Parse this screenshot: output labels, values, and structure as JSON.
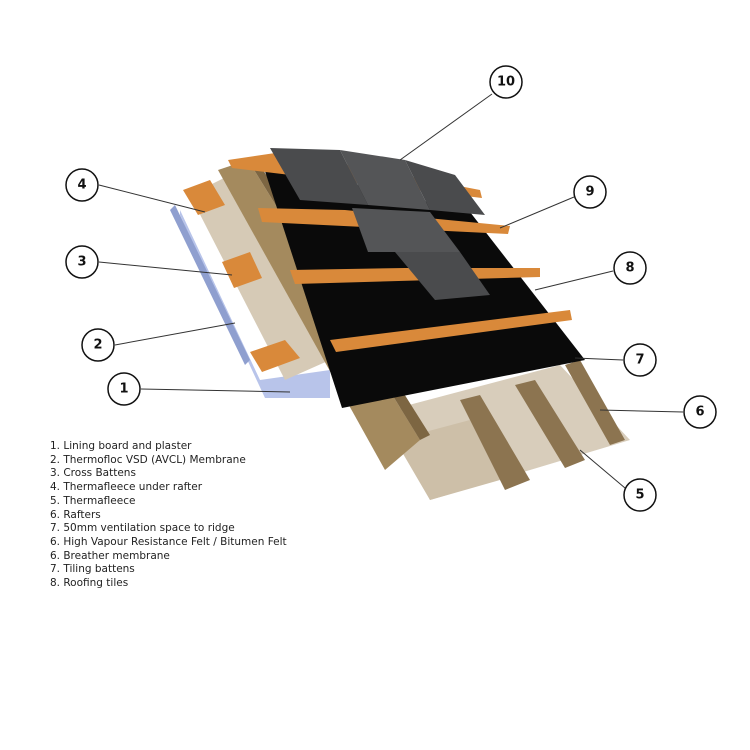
{
  "callouts": [
    "1",
    "2",
    "3",
    "4",
    "5",
    "6",
    "7",
    "8",
    "9",
    "10"
  ],
  "legend": [
    "1. Lining board and plaster",
    "2. Thermofloc VSD (AVCL) Membrane",
    "3. Cross Battens",
    "4. Thermafleece under rafter",
    "5. Thermafleece",
    "6. Rafters",
    "7. 50mm ventilation space to ridge",
    "6. High Vapour Resistance Felt / Bitumen Felt",
    "6. Breather membrane",
    "7. Tiling battens",
    "8. Roofing tiles"
  ],
  "colors": {
    "batten": "#d9893a",
    "felt": "#0a0a0a",
    "tile": "#4a4b4d",
    "wood": "#a48a5e",
    "insulation": "#d8cdbb",
    "membrane": "#b8c4ea"
  }
}
